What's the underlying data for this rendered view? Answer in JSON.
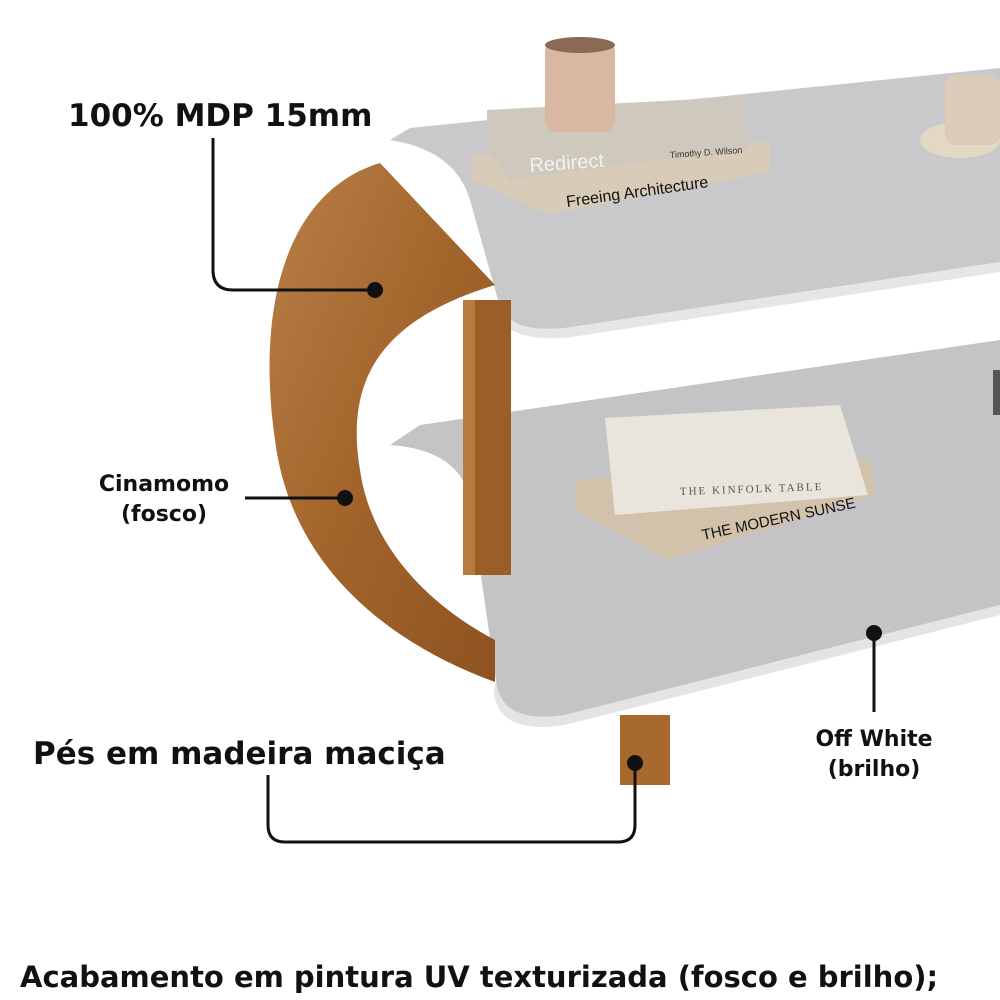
{
  "annotations": {
    "material": "100% MDP 15mm",
    "wood_finish_line1": "Cinamomo",
    "wood_finish_line2": "(fosco)",
    "legs": "Pés em madeira maciça",
    "top_finish_line1": "Off White",
    "top_finish_line2": "(brilho)"
  },
  "footer": "Acabamento em pintura UV texturizada (fosco e brilho);",
  "books": {
    "top_book_title": "Redirect",
    "top_book_author": "Timothy D. Wilson",
    "bottom_book_title": "Freeing Architecture",
    "lower_book_cover": "THE KINFOLK TABLE",
    "lower_book_spine": "THE MODERN SUNSE"
  },
  "colors": {
    "wood": "#a86a30",
    "shelf": "#c9c9cb",
    "line": "#111111"
  }
}
